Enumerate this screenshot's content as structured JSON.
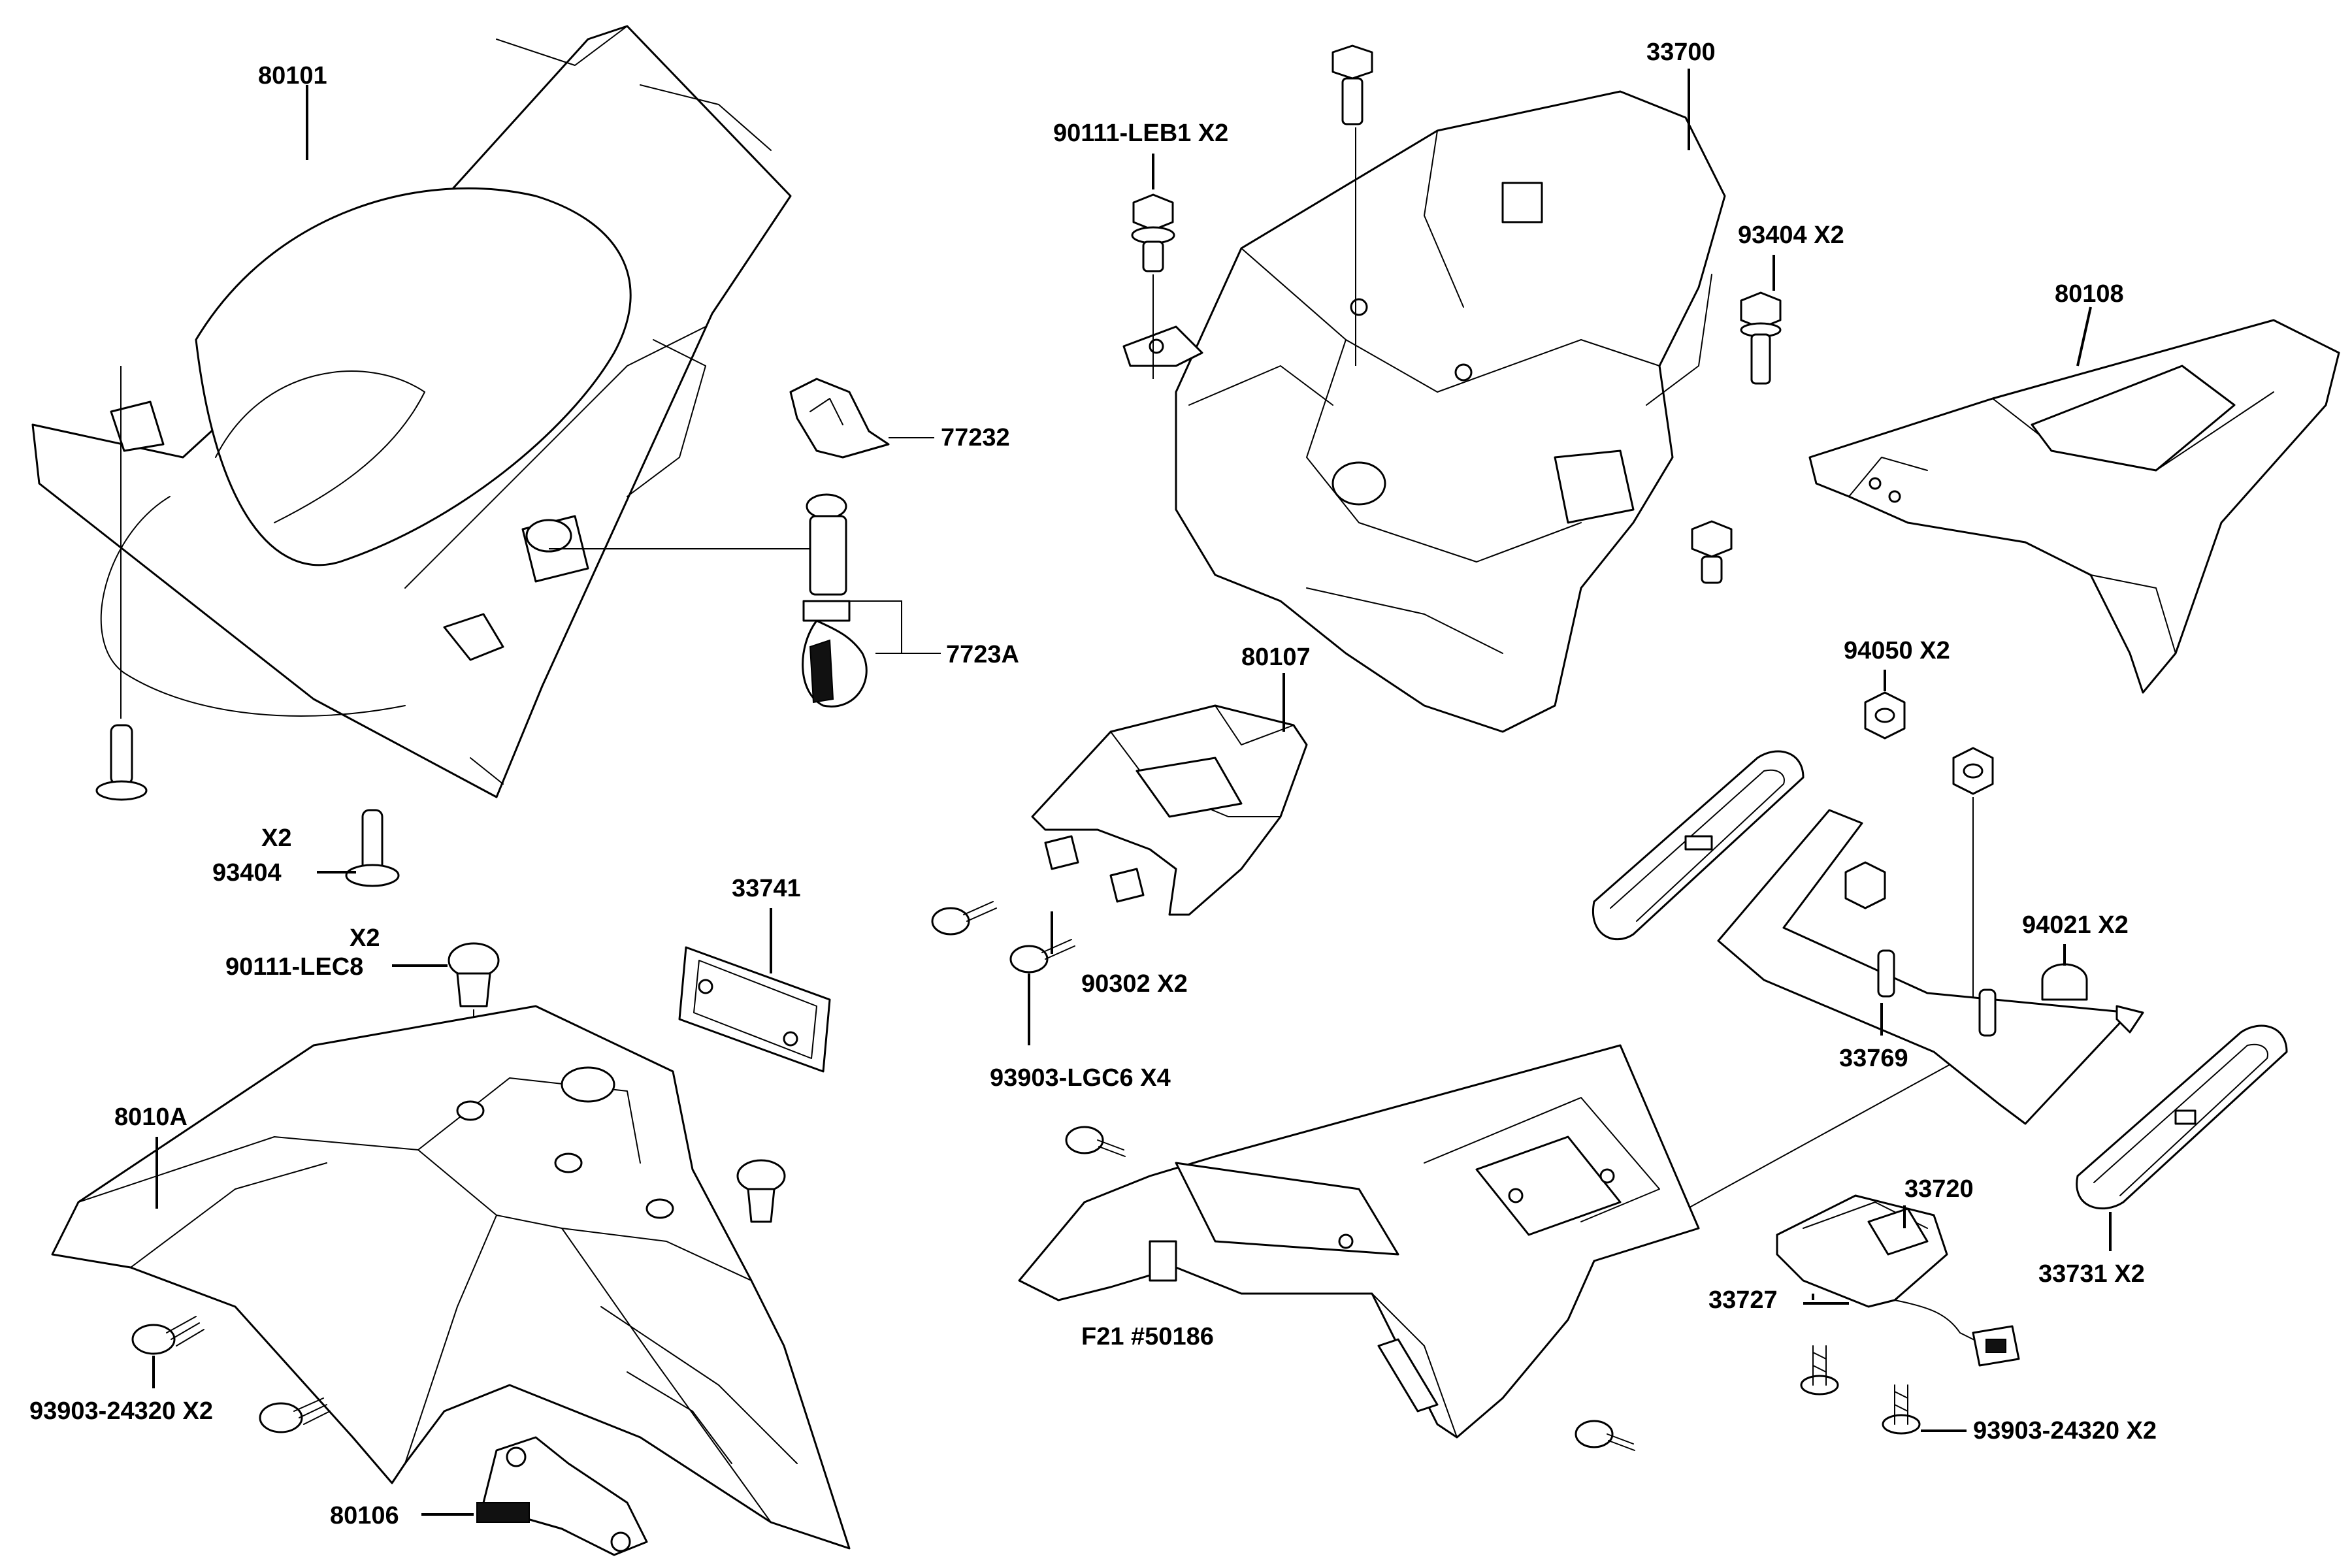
{
  "diagram": {
    "colors": {
      "line": "#000000",
      "background": "#ffffff"
    },
    "callouts": {
      "p80101": "80101",
      "p33700": "33700",
      "p90111_leb1": "90111-LEB1 X2",
      "p93404_top": "93404  X2",
      "p80108": "80108",
      "p77232": "77232",
      "p7723a": "7723A",
      "p80107": "80107",
      "p94050": "94050   X2",
      "p93404_left_qty": "X2",
      "p93404_left": "93404",
      "p33741": "33741",
      "p90111_lec8_qty": "X2",
      "p90111_lec8": "90111-LEC8",
      "p90302": "90302  X2",
      "p94021": "94021   X2",
      "p33769": "33769",
      "p93903_lgc6": "93903-LGC6   X4",
      "p8010a": "8010A",
      "p33720": "33720",
      "p33731": "33731 X2",
      "p33727": "33727",
      "pf21": "F21 #50186",
      "p93903_24320_left": "93903-24320 X2",
      "p93903_24320_right": "93903-24320 X2",
      "p80106": "80106"
    }
  }
}
